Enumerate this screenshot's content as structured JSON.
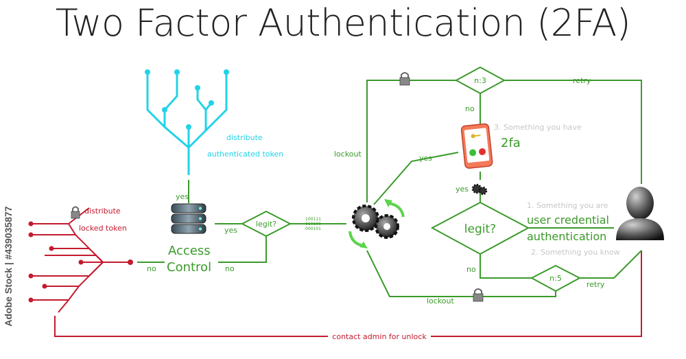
{
  "title": "Two Factor Authentication (2FA)",
  "watermark": "Adobe Stock | #439035877",
  "colors": {
    "green": "#3a9a2a",
    "red": "#c41a2e",
    "cyan": "#22d3e6",
    "gray_text": "#c6c6c6",
    "title": "#222222"
  },
  "labels": {
    "distribute_red_1": "distribute",
    "distribute_red_2": "locked token",
    "distribute_cyan_1": "distribute",
    "distribute_cyan_2": "authenticated token",
    "yes_access": "yes",
    "access_1": "Access",
    "access_2": "Control",
    "no_left": "no",
    "yes_legit_small": "yes",
    "legit_small": "legit?",
    "no_legit_small": "no",
    "binary_1": "100111",
    "binary_2": "010100",
    "binary_3": "000101",
    "lockout_top": "lockout",
    "lockout_bottom": "lockout",
    "n3": "n:3",
    "retry_top": "retry",
    "no_n3": "no",
    "factor3": "3. Something you have",
    "twofa": "2fa",
    "yes_phone": "yes",
    "yes_gear": "yes",
    "legit_big": "legit?",
    "factor1": "1. Something you are",
    "user_cred_1": "user credential",
    "user_cred_2": "authentication",
    "factor2": "2. Something you know",
    "no_big": "no",
    "n5": "n:5",
    "retry_bottom": "retry",
    "contact_admin": "contact admin for unlock"
  },
  "icons": [
    "padlock-icon",
    "server-icon",
    "gears-icon",
    "smartphone-icon",
    "key-icon",
    "user-avatar-icon",
    "refresh-arrows-icon",
    "small-gear-icon"
  ]
}
